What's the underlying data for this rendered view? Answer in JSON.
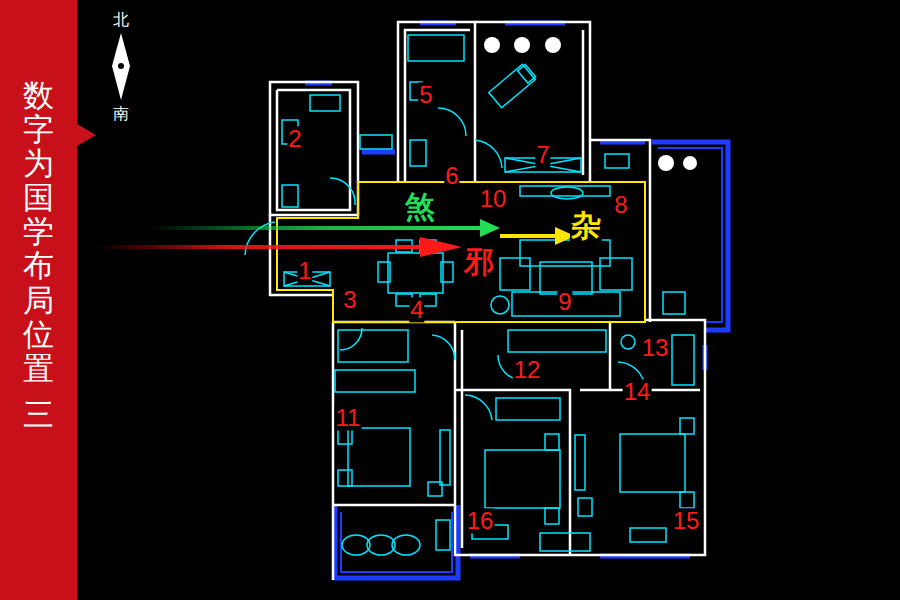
{
  "diagram": {
    "nodes": [
      {
        "text": [
          "数字为国学布局位置",
          "三"
        ]
      }
    ],
    "labels": [
      "北",
      "南",
      "煞",
      "邪",
      "杂",
      "1",
      "2",
      "3",
      "4",
      "5",
      "6",
      "7",
      "8",
      "9",
      "10",
      "11",
      "12",
      "13",
      "14",
      "15",
      "16"
    ]
  }
}
